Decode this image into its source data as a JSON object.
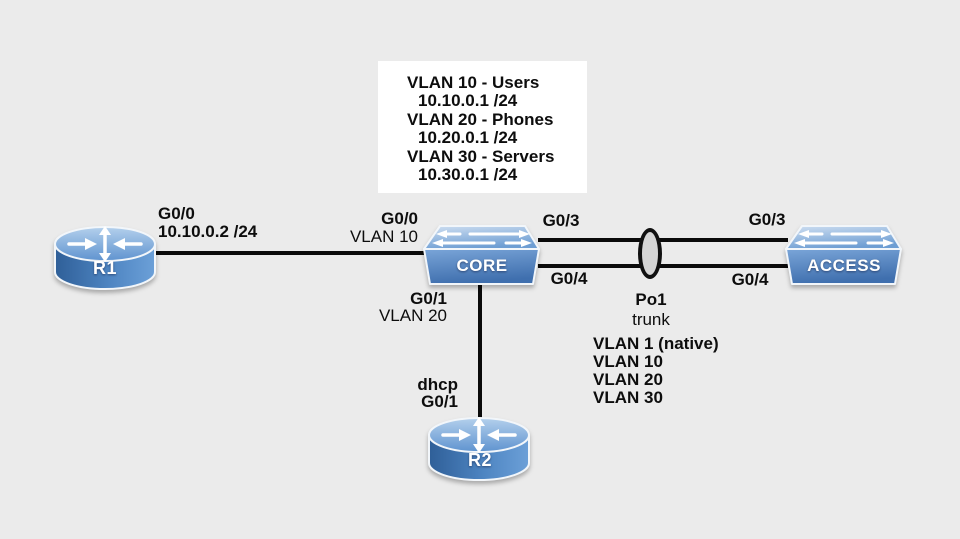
{
  "colors": {
    "background": "#ebebeb",
    "line": "#0a0a0a",
    "info_box_bg": "#ffffff",
    "router_body_dark": "#35659f",
    "router_body_light": "#6ca0d8",
    "router_top_light": "#a9c7e8",
    "router_top_mid": "#6094cf",
    "switch_top_light": "#cfdff1",
    "switch_top_mid": "#6e9ed3",
    "switch_front_light": "#7aa5d8",
    "switch_front_dark": "#3f6fae",
    "portchannel_fill": "#d6d6d6",
    "device_label_text": "#ffffff",
    "text": "#0d0d0d"
  },
  "info_box": {
    "lines": [
      "VLAN 10 - Users",
      "10.10.0.1 /24",
      "VLAN 20 - Phones",
      "10.20.0.1 /24",
      "VLAN 30 - Servers",
      "10.30.0.1 /24"
    ]
  },
  "devices": {
    "r1": {
      "type": "router",
      "label": "R1"
    },
    "core": {
      "type": "switch",
      "label": "CORE"
    },
    "access": {
      "type": "switch",
      "label": "ACCESS"
    },
    "r2": {
      "type": "router",
      "label": "R2"
    }
  },
  "labels": {
    "r1_iface": "G0/0",
    "r1_ip": "10.10.0.2 /24",
    "core_left_iface": "G0/0",
    "core_left_vlan": "VLAN 10",
    "core_g03": "G0/3",
    "core_g04": "G0/4",
    "access_g03": "G0/3",
    "access_g04": "G0/4",
    "core_down_iface": "G0/1",
    "core_down_vlan": "VLAN 20",
    "r2_dhcp": "dhcp",
    "r2_iface": "G0/1"
  },
  "portchannel": {
    "name": "Po1",
    "mode": "trunk",
    "vlans": [
      "VLAN 1 (native)",
      "VLAN 10",
      "VLAN 20",
      "VLAN 30"
    ]
  }
}
